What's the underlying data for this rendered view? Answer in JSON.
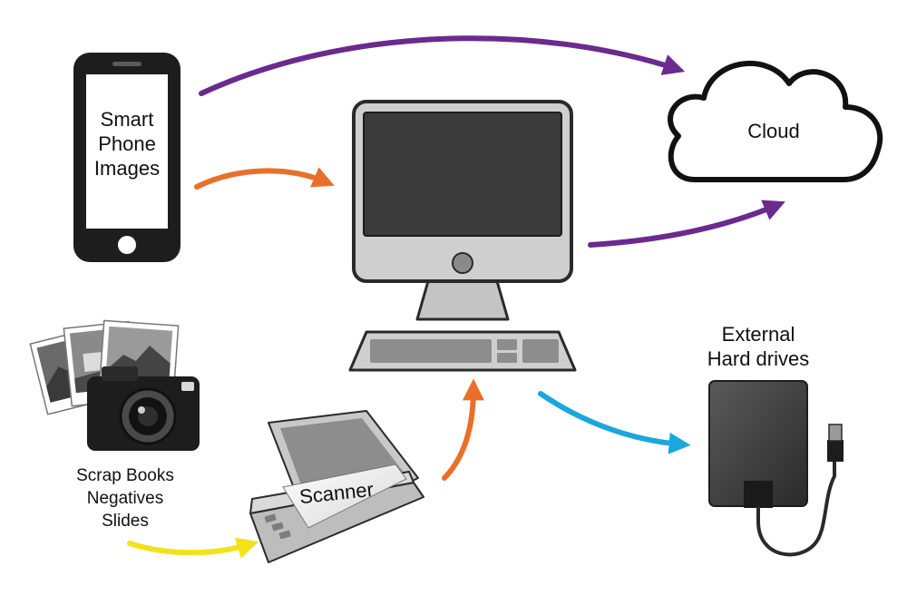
{
  "nodes": {
    "phone": {
      "label_lines": [
        "Smart",
        "Phone",
        "Images"
      ],
      "icon": "smartphone-icon"
    },
    "cloud": {
      "label": "Cloud",
      "icon": "cloud-icon"
    },
    "computer": {
      "icon": "desktop-computer-icon"
    },
    "drive": {
      "label_lines": [
        "External",
        "Hard drives"
      ],
      "icon": "external-hard-drive-icon"
    },
    "photos": {
      "label_lines": [
        "Scrap Books",
        "Negatives",
        "Slides"
      ],
      "icon": "camera-and-photos-icon"
    },
    "scanner": {
      "label": "Scanner",
      "icon": "flatbed-scanner-icon"
    }
  },
  "arrows": [
    {
      "from": "phone",
      "to": "cloud",
      "color": "#6a2a8e"
    },
    {
      "from": "phone",
      "to": "computer",
      "color": "#e8702a"
    },
    {
      "from": "computer",
      "to": "cloud",
      "color": "#6a2a8e"
    },
    {
      "from": "scanner",
      "to": "computer",
      "color": "#e8702a"
    },
    {
      "from": "photos",
      "to": "scanner",
      "color": "#f2e21a"
    },
    {
      "from": "computer",
      "to": "drive",
      "color": "#1aa7dd"
    }
  ],
  "colors": {
    "purple": "#6a2a8e",
    "orange": "#e8702a",
    "yellow": "#f2e21a",
    "blue": "#1aa7dd",
    "device_dark": "#1d1d1d",
    "screen_dark": "#3b3b3b",
    "device_gray": "#c8c8c8"
  }
}
